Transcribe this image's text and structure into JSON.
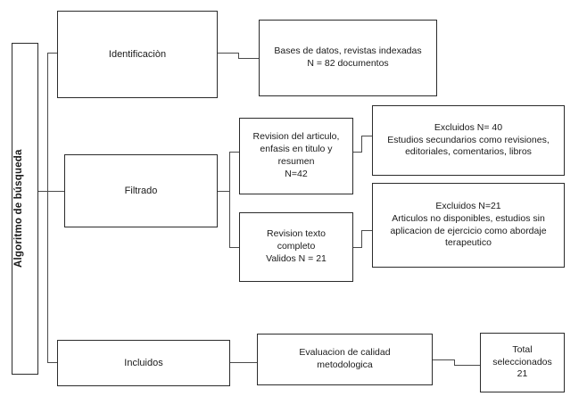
{
  "diagram": {
    "title": "Algoritmo de busqueda - flujo de seleccion de estudios",
    "spine_label": "Algoritmo de búsqueda",
    "line_color": "#4a4a4a",
    "border_color": "#2b2b2b",
    "background": "#ffffff"
  },
  "nodes": {
    "spine": {
      "label": "Algoritmo de búsqueda"
    },
    "stage_identificacion": {
      "label": "Identificaciòn"
    },
    "stage_filtrado": {
      "label": "Filtrado"
    },
    "stage_incluidos": {
      "label": "Incluidos"
    },
    "bases_datos": {
      "label": "Bases de datos, revistas indexadas\nN = 82 documentos"
    },
    "revision_articulo": {
      "label": "Revision del articulo,\nenfasis en titulo y\nresumen\nN=42"
    },
    "revision_texto": {
      "label": "Revision texto\ncompleto\nValidos N = 21"
    },
    "excluidos_40": {
      "label": "Excluidos N= 40\nEstudios secundarios como revisiones,\neditoriales, comentarios, libros"
    },
    "excluidos_21": {
      "label": "Excluidos N=21\nArticulos no disponibles, estudios sin\naplicacion de ejercicio como abordaje\nterapeutico"
    },
    "evaluacion_calidad": {
      "label": "Evaluacion de calidad\nmetodologica"
    },
    "total_seleccionados": {
      "label": "Total\nseleccionados\n21"
    }
  }
}
